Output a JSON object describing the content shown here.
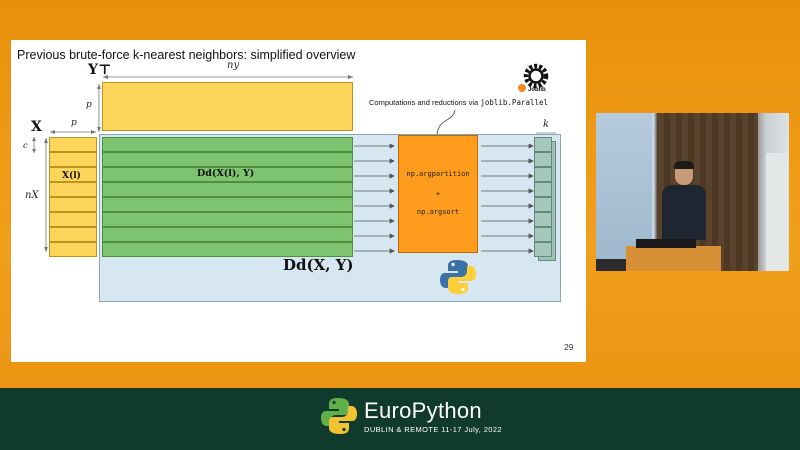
{
  "slide": {
    "title": "Previous brute-force k-nearest neighbors: simplified overview",
    "page_number": "29",
    "labels": {
      "y_transpose": "Y⊤",
      "n_y": "ny",
      "p_y": "p",
      "x": "X",
      "p_x": "p",
      "c": "c",
      "n_x": "nX",
      "x_chunk": "X(l)",
      "d_chunk": "Dd(X(l), Y)",
      "d_full": "Dd(X, Y)",
      "k": "k"
    },
    "computations_label": "Computations and reductions via",
    "computations_code": "joblib.Parallel",
    "argpartition": "np.argpartition",
    "plus": "+",
    "argsort": "np.argsort",
    "joblib_logo_text": "Joblib",
    "colors": {
      "yellow": "#fcd55a",
      "green": "#7ec370",
      "orange": "#ff9c1e",
      "light_blue": "#d6e7f2",
      "teal": "#a6c8bc"
    }
  },
  "footer": {
    "title": "EuroPython",
    "subtitle_place": "DUBLIN & REMOTE",
    "subtitle_dates": "11-17 July, 2022"
  }
}
